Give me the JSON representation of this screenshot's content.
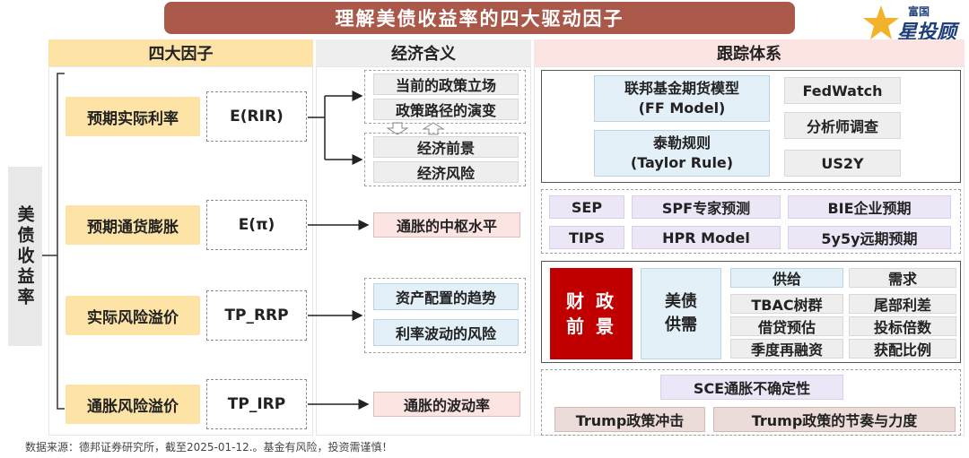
{
  "title": "理解美债收益率的四大驱动因子",
  "logo": {
    "small": "富国",
    "big": "星投顾"
  },
  "headers": {
    "factors": "四大因子",
    "meaning": "经济含义",
    "tracking": "跟踪体系"
  },
  "vertical_label": "美债收益率",
  "factors": [
    {
      "label": "预期实际利率",
      "formula": "E(RIR)"
    },
    {
      "label": "预期通货膨胀",
      "formula": "E(π)"
    },
    {
      "label": "实际风险溢价",
      "formula": "TP_RRP"
    },
    {
      "label": "通胀风险溢价",
      "formula": "TP_IRP"
    }
  ],
  "meanings": {
    "rir_group_a": [
      "当前的政策立场",
      "政策路径的演变"
    ],
    "rir_group_b": [
      "经济前景",
      "经济风险"
    ],
    "pi": "通胀的中枢水平",
    "rrp": [
      "资产配置的趋势",
      "利率波动的风险"
    ],
    "irp": "通胀的波动率"
  },
  "tracking": {
    "rir": {
      "ff_model": "联邦基金期货模型\n(FF Model)",
      "taylor": "泰勒规则\n(Taylor Rule)",
      "fedwatch": "FedWatch",
      "survey": "分析师调查",
      "us2y": "US2Y"
    },
    "pi": {
      "sep": "SEP",
      "spf": "SPF专家预测",
      "bie": "BIE企业预期",
      "tips": "TIPS",
      "hpr": "HPR Model",
      "five_y": "5y5y远期预期"
    },
    "rrp": {
      "fiscal": "财 政\n前 景",
      "ust": "美债\n供需",
      "supply_header": "供给",
      "demand_header": "需求",
      "supply_items": [
        "TBAC树群",
        "借贷预估",
        "季度再融资"
      ],
      "demand_items": [
        "尾部利差",
        "投标倍数",
        "获配比例"
      ]
    },
    "irp": {
      "sce": "SCE通胀不确定性",
      "trump_shock": "Trump政策冲击",
      "trump_rhythm": "Trump政策的节奏与力度"
    }
  },
  "footer": "数据来源：德邦证券研究所，截至2025-01-12.。基金有风险，投资需谨慎！",
  "colors": {
    "title_bg": "#a9584a",
    "factor_bg": "#fde3a6",
    "fiscal_red": "#c00000",
    "tracking_header_bg": "#fbe4e2"
  }
}
